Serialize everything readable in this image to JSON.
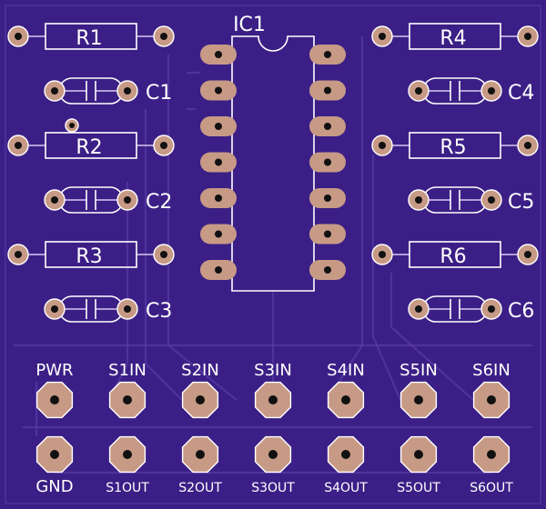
{
  "board": {
    "background": "#3b1f86",
    "pad_color": "#c79a86",
    "silkscreen_color": "#ffffff"
  },
  "ic": {
    "label": "IC1",
    "pins_per_side": 7
  },
  "resistors": [
    {
      "label": "R1"
    },
    {
      "label": "R2"
    },
    {
      "label": "R3"
    },
    {
      "label": "R4"
    },
    {
      "label": "R5"
    },
    {
      "label": "R6"
    }
  ],
  "capacitors": [
    {
      "label": "C1"
    },
    {
      "label": "C2"
    },
    {
      "label": "C3"
    },
    {
      "label": "C4"
    },
    {
      "label": "C5"
    },
    {
      "label": "C6"
    }
  ],
  "connectors": {
    "top_labels": [
      "PWR",
      "S1IN",
      "S2IN",
      "S3IN",
      "S4IN",
      "S5IN",
      "S6IN"
    ],
    "bottom_labels": [
      "GND",
      "S1OUT",
      "S2OUT",
      "S3OUT",
      "S4OUT",
      "S5OUT",
      "S6OUT"
    ]
  }
}
